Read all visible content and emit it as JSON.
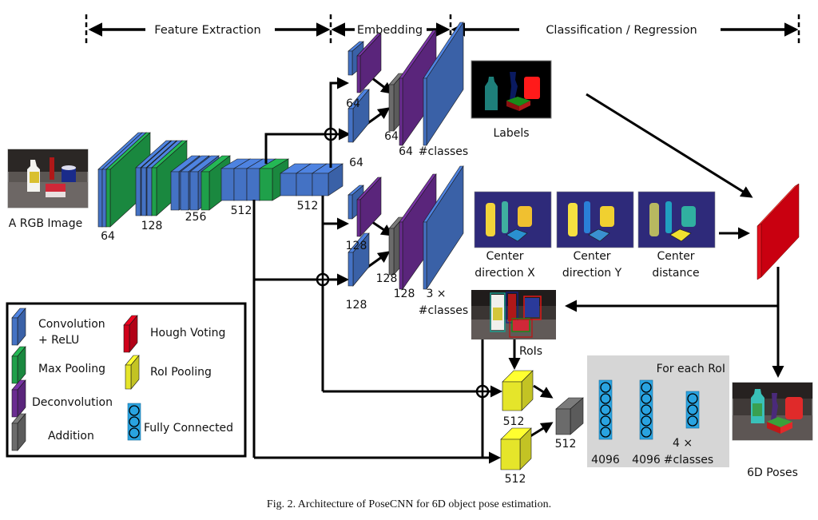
{
  "figure": {
    "caption": "Fig. 2.   Architecture of PoseCNN for 6D object pose estimation."
  },
  "stages": {
    "feature_extraction": "Feature Extraction",
    "embedding": "Embedding",
    "classification_regression": "Classification / Regression"
  },
  "backbone": {
    "input_label": "A RGB Image",
    "block_labels": [
      "64",
      "128",
      "256",
      "512",
      "512"
    ]
  },
  "label_branch": {
    "conv_top_label": "64",
    "conv_bottom_label": "64",
    "add_label": "64",
    "deconv_label": "64",
    "output_label": "#classes",
    "result_label": "Labels"
  },
  "center_branch": {
    "conv_top_label": "128",
    "conv_bottom_label": "128",
    "add_label": "128",
    "deconv_label": "128",
    "output_label_line1": "3 ×",
    "output_label_line2": "#classes",
    "maps": [
      {
        "line1": "Center",
        "line2": "direction X"
      },
      {
        "line1": "Center",
        "line2": "direction Y"
      },
      {
        "line1": "Center",
        "line2": "distance"
      }
    ]
  },
  "pose_branch": {
    "rois_label": "RoIs",
    "roi_pool_top_label": "512",
    "roi_pool_bottom_label": "512",
    "add_label": "512",
    "fc_box_title": "For each RoI",
    "fc_labels": [
      "4096",
      "4096"
    ],
    "fc_out_line1": "4 ×",
    "fc_out_line2": "#classes",
    "output_label": "6D Poses"
  },
  "legend": {
    "items": [
      {
        "key": "conv",
        "line1": "Convolution",
        "line2": "+ ReLU",
        "color": "#4472c4"
      },
      {
        "key": "maxpool",
        "line1": "Max Pooling",
        "line2": "",
        "color": "#1fa04a"
      },
      {
        "key": "deconv",
        "line1": "Deconvolution",
        "line2": "",
        "color": "#6a2c91"
      },
      {
        "key": "add",
        "line1": "Addition",
        "line2": "",
        "color": "#6b6b6b"
      },
      {
        "key": "hough",
        "line1": "Hough Voting",
        "line2": "",
        "color": "#d0021b"
      },
      {
        "key": "roipool",
        "line1": "RoI Pooling",
        "line2": "",
        "color": "#e5e52a"
      },
      {
        "key": "fc",
        "line1": "Fully Connected",
        "line2": "",
        "color": "#29a3e0"
      }
    ]
  }
}
